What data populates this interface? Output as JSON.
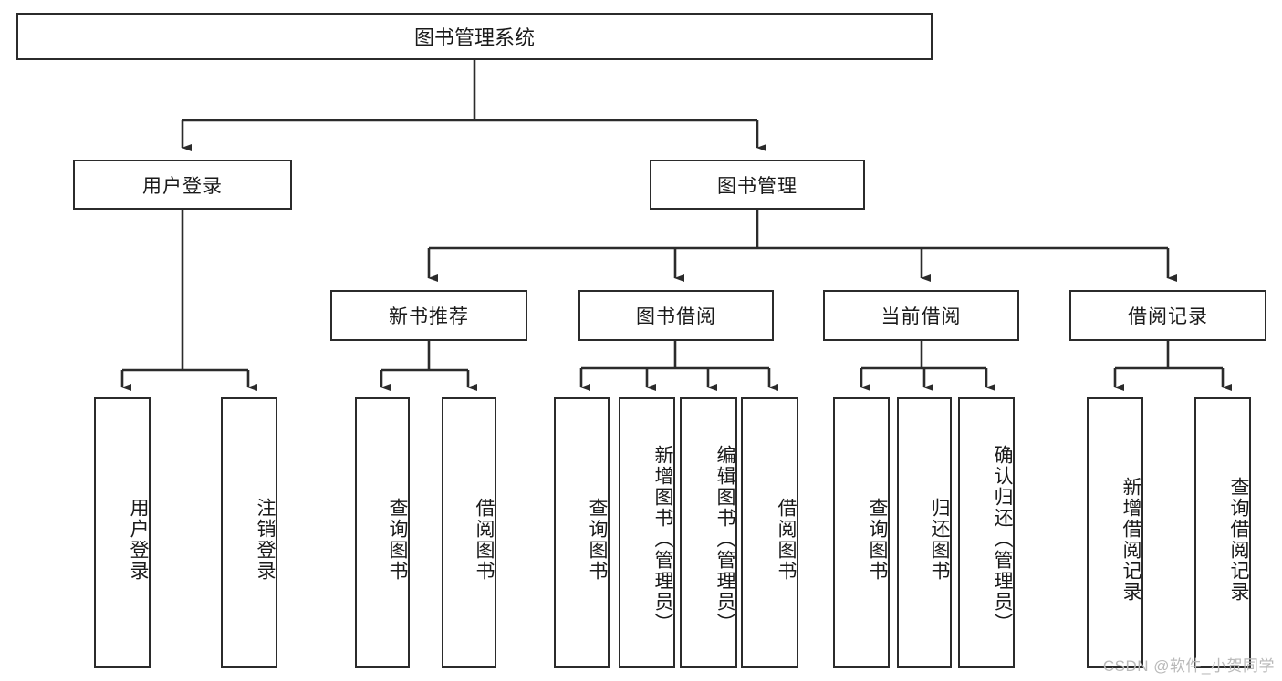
{
  "diagram": {
    "title": "图书管理系统",
    "type": "tree-hierarchy-diagram",
    "root": {
      "label": "图书管理系统"
    },
    "level2": [
      {
        "label": "用户登录"
      },
      {
        "label": "图书管理"
      }
    ],
    "level3": [
      {
        "label": "新书推荐"
      },
      {
        "label": "图书借阅"
      },
      {
        "label": "当前借阅"
      },
      {
        "label": "借阅记录"
      }
    ],
    "leaves": {
      "user_login": [
        {
          "label": "用户登录"
        },
        {
          "label": "注销登录"
        }
      ],
      "new_book_recommend": [
        {
          "label": "查询图书"
        },
        {
          "label": "借阅图书"
        }
      ],
      "book_borrow": [
        {
          "label": "查询图书"
        },
        {
          "label": "新增图书（管理员）"
        },
        {
          "label": "编辑图书（管理员）"
        },
        {
          "label": "借阅图书"
        }
      ],
      "current_borrow": [
        {
          "label": "查询图书"
        },
        {
          "label": "归还图书"
        },
        {
          "label": "确认归还（管理员）"
        }
      ],
      "borrow_record": [
        {
          "label": "新增借阅记录"
        },
        {
          "label": "查询借阅记录"
        }
      ]
    }
  },
  "watermark": {
    "text": "CSDN @软件_小贺同学"
  },
  "colors": {
    "stroke": "#2b2b2b",
    "fill": "#ffffff",
    "text": "#1a1a1a",
    "watermark": "#b9b9b9"
  }
}
